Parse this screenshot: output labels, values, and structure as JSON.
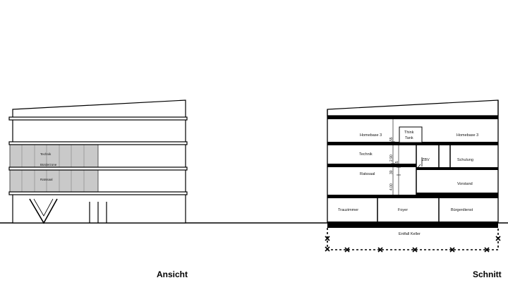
{
  "captions": {
    "left": "Ansicht",
    "right": "Schnitt"
  },
  "elevation_labels": {
    "upper": "Technik",
    "middle": "Bürderzone",
    "lower": "Ratssaal"
  },
  "section_rooms": {
    "homebase_left": "Homebase 3",
    "homebase_right": "Homebase 3",
    "think": "Think",
    "tank": "Tank",
    "technik": "Technik",
    "zbv": "ZBV",
    "schulung": "Schulung",
    "ratssaal": "Ratssaal",
    "vorstand": "Vorstand",
    "trauzimmer": "Trauzimmer",
    "foyer": "Foyer",
    "buergerdienst": "Bürgerdienst",
    "keller": "Entfall Keller"
  },
  "dimensions": {
    "d1": "55",
    "d2": "2.90",
    "d3": "65",
    "d4": "4.00",
    "d5": "30"
  }
}
